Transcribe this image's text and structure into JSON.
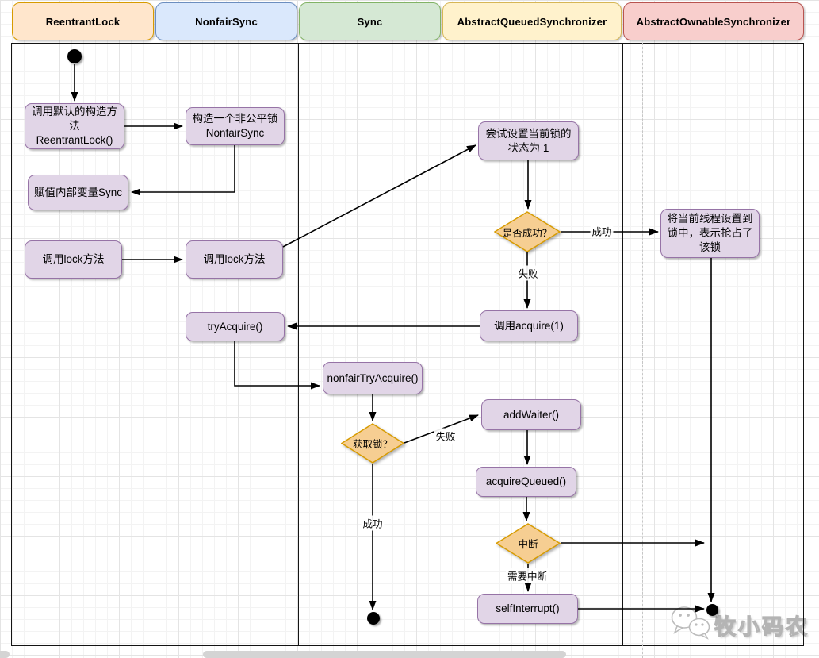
{
  "diagram": {
    "lanes": [
      {
        "label": "ReentrantLock",
        "fill": "#FFE6CC",
        "border": "#D79B00"
      },
      {
        "label": "NonfairSync",
        "fill": "#DAE8FC",
        "border": "#6C8EBF"
      },
      {
        "label": "Sync",
        "fill": "#D5E8D4",
        "border": "#82B366"
      },
      {
        "label": "AbstractQueuedSynchronizer",
        "fill": "#FFF2CC",
        "border": "#D6B656"
      },
      {
        "label": "AbstractOwnableSynchronizer",
        "fill": "#F8CECC",
        "border": "#B85450"
      }
    ],
    "colors": {
      "action_fill": "#E1D5E7",
      "action_border": "#9673A6",
      "decision_fill": "#F6CE92",
      "decision_border": "#D79B00",
      "edge": "#000000"
    },
    "nodes": {
      "constructor": {
        "text": "调用默认的构造方\n法\nReentrantLock()"
      },
      "construct_nonfair": {
        "text": "构造一个非公平锁\nNonfairSync"
      },
      "assign_sync": {
        "text": "赋值内部变量Sync"
      },
      "call_lock_reentrant": {
        "text": "调用lock方法"
      },
      "call_lock_nonfair": {
        "text": "调用lock方法"
      },
      "try_set_state": {
        "text": "尝试设置当前锁的\n状态为 1"
      },
      "is_success": {
        "text": "是否成功？"
      },
      "set_thread_to_lock": {
        "text": "将当前线程设置到\n锁中，表示抢占了\n该锁"
      },
      "call_acquire": {
        "text": "调用acquire(1)"
      },
      "try_acquire": {
        "text": "tryAcquire()"
      },
      "nonfair_try_acquire": {
        "text": "nonfairTryAcquire()"
      },
      "get_lock": {
        "text": "获取锁？"
      },
      "add_waiter": {
        "text": "addWaiter()"
      },
      "acquire_queued": {
        "text": "acquireQueued()"
      },
      "interrupt": {
        "text": "中断"
      },
      "self_interrupt": {
        "text": "selfInterrupt()"
      }
    },
    "edge_labels": {
      "cas_success": "成功",
      "cas_fail": "失败",
      "try_fail": "失败",
      "try_success": "成功",
      "need_interrupt": "需要中断"
    }
  },
  "watermark": {
    "text": "牧小码农",
    "icon": "wechat-icon"
  }
}
